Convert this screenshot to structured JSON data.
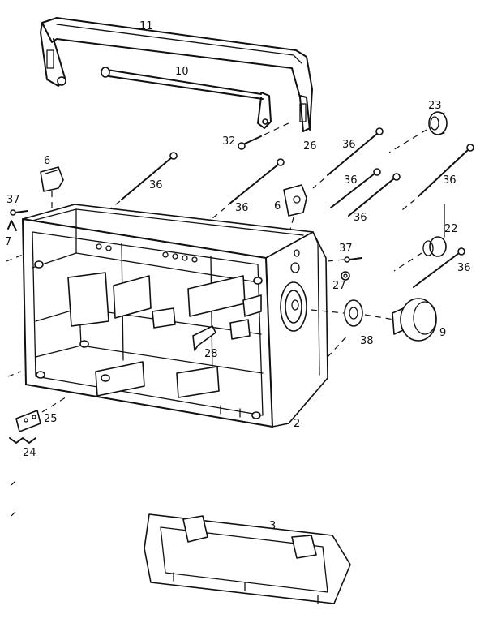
{
  "callouts": {
    "c11": "11",
    "c10": "10",
    "c32": "32",
    "c26": "26",
    "c23": "23",
    "c36a": "36",
    "c36b": "36",
    "c36c": "36",
    "c36d": "36",
    "c36e": "36",
    "c36f": "36",
    "c36g": "36",
    "c6a": "6",
    "c6b": "6",
    "c37a": "37",
    "c37b": "37",
    "c7": "7",
    "c22": "22",
    "c27": "27",
    "c9": "9",
    "c38": "38",
    "c28": "28",
    "c2": "2",
    "c25": "25",
    "c24": "24",
    "c3": "3"
  },
  "colors": {
    "ink": "#111111",
    "paper": "#ffffff"
  }
}
